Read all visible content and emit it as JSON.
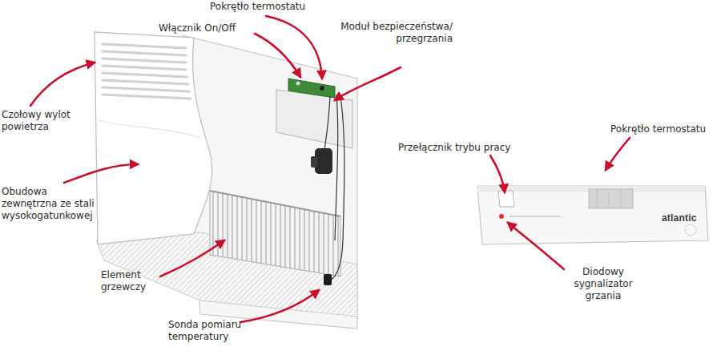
{
  "diagram": {
    "labels": [
      "Pokrętło termostatu",
      "Włącznik On/Off",
      "Moduł bezpieczeństwa/ przegrzania",
      "Czołowy wylot powietrza",
      "Obudowa zewnętrzna ze stali wysokogatunkowej",
      "Element grzewczy",
      "Sonda pomiaru temperatury",
      "Przełącznik trybu pracy",
      "Pokrętło termostatu",
      "atlantic",
      "Diodowy sygnalizator grzania"
    ]
  }
}
